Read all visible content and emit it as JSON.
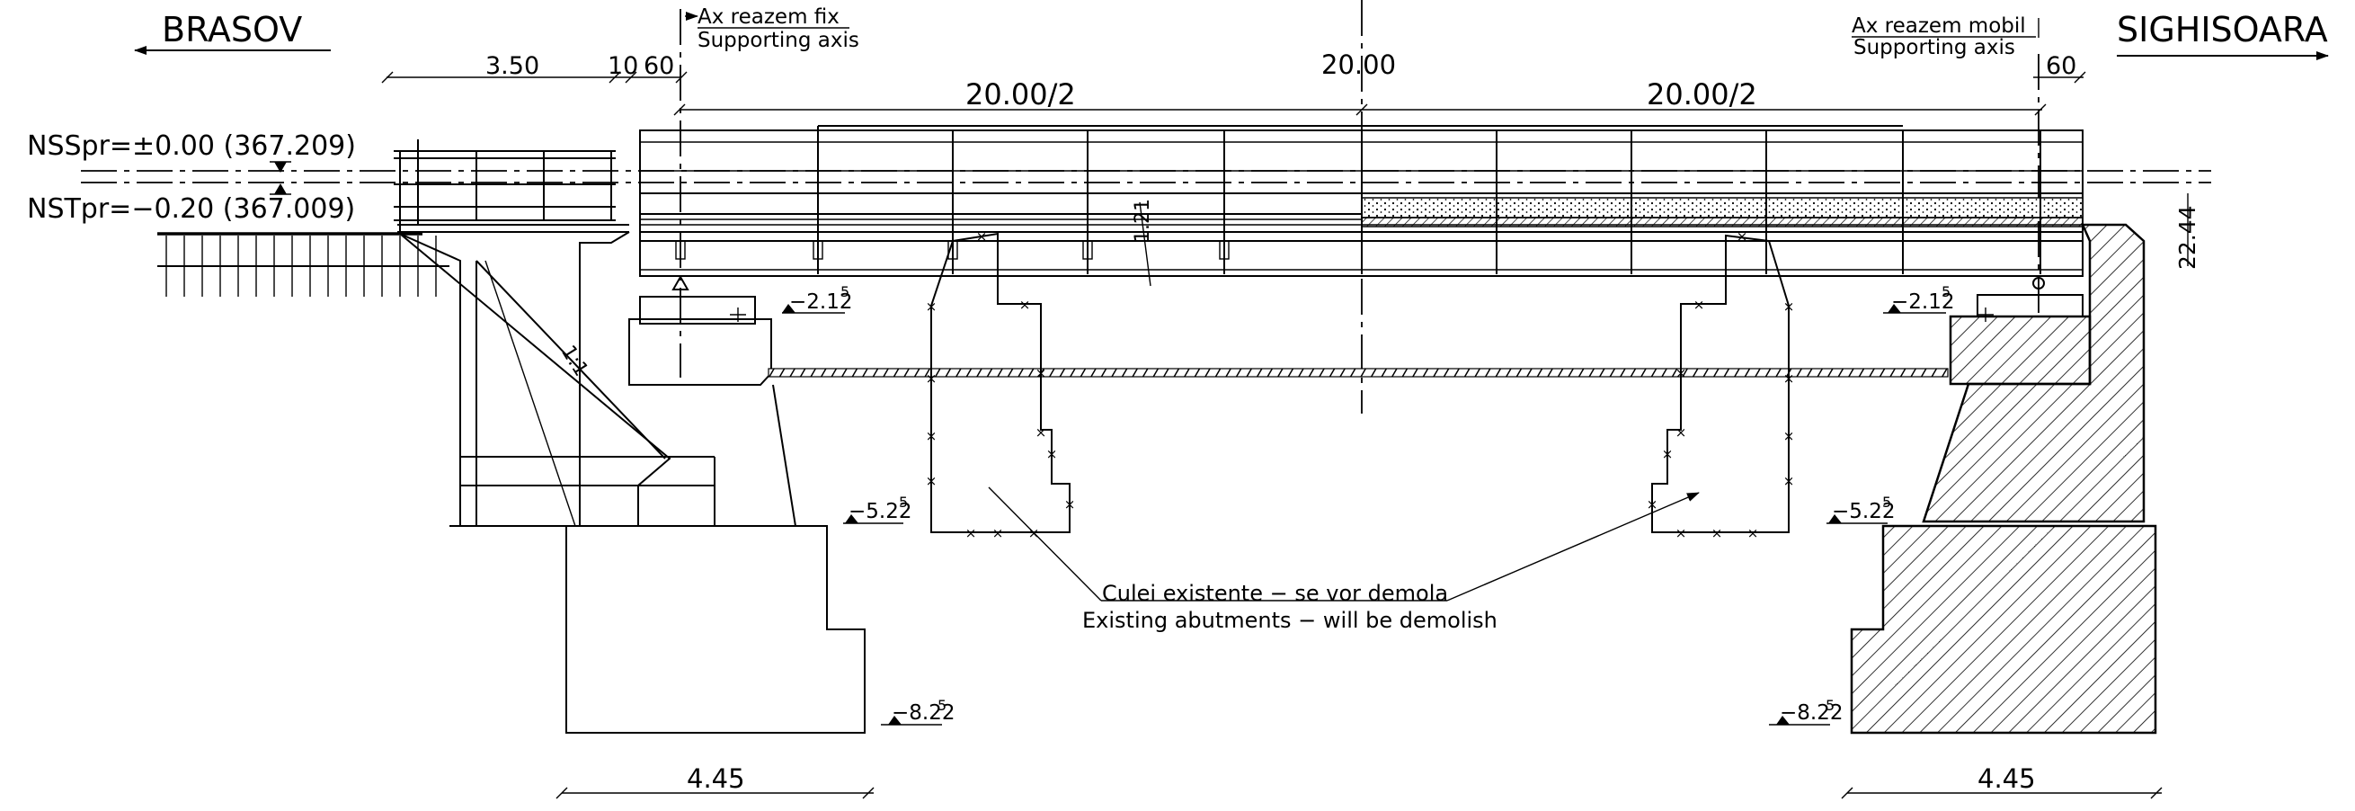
{
  "cities": {
    "left": "BRASOV",
    "right": "SIGHISOARA"
  },
  "axes": {
    "fixed_ro": "Ax reazem fix",
    "fixed_en": "Supporting axis",
    "mobile_ro": "Ax reazem mobil",
    "mobile_en": "Supporting axis"
  },
  "levels": {
    "nss": "NSSpr=±0.00 (367.209)",
    "nst": "NSTpr=−0.20 (367.009)"
  },
  "dims": {
    "d350": "3.50",
    "d10": "10",
    "d60l": "60",
    "d2000": "20.00",
    "d20002l": "20.00/2",
    "d20002r": "20.00/2",
    "d60r": "60",
    "d4445": "22.44",
    "d121": "1.21",
    "d445l": "4.45",
    "d445r": "4.45"
  },
  "elevations": {
    "e212l": "−2.12",
    "e212r": "−2.12",
    "e522l": "−5.22",
    "e522r": "−5.22",
    "e822l": "−8.22",
    "e822r": "−8.22",
    "sup5": "5"
  },
  "slope": "1:1",
  "annotation": {
    "ro": "Culei existente − se vor demola",
    "en": "Existing abutments − will be demolish"
  }
}
